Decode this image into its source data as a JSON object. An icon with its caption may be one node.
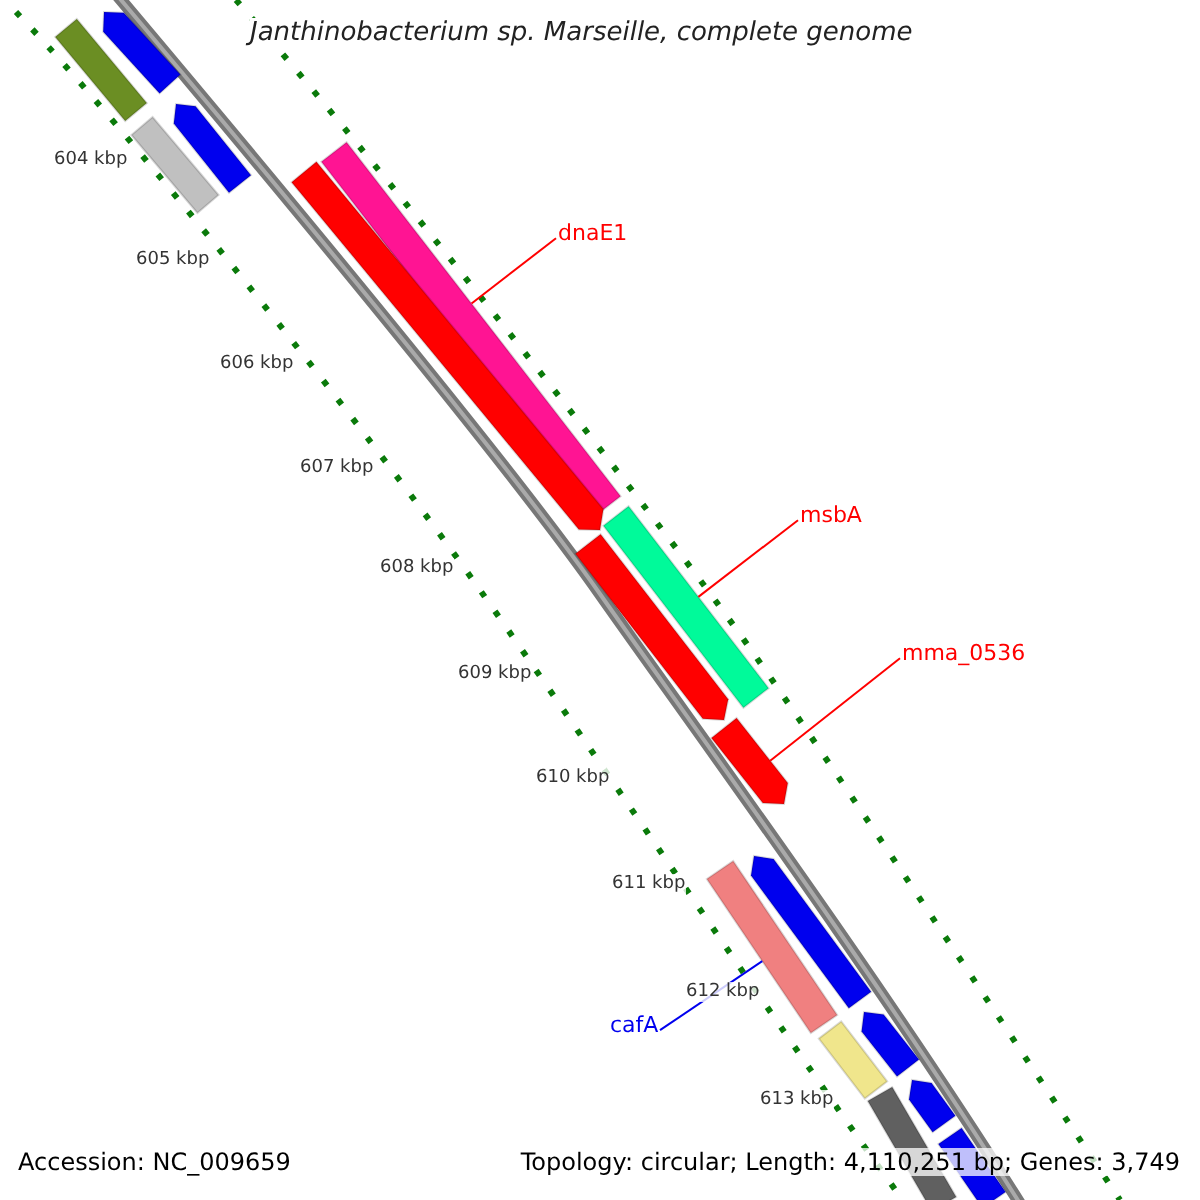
{
  "diagram": {
    "title": "Janthinobacterium sp. Marseille, complete genome",
    "nodes": [
      {
        "text": [
          "dnaE1"
        ]
      },
      {
        "text": [
          "msbA"
        ]
      },
      {
        "text": [
          "mma_0536"
        ]
      },
      {
        "text": [
          "cafA"
        ]
      },
      {
        "text": [],
        "shape": "bar"
      },
      {
        "text": [],
        "shape": "bar"
      },
      {
        "text": [],
        "shape": "bar"
      },
      {
        "text": [],
        "shape": "bar"
      },
      {
        "text": [],
        "shape": "bar"
      },
      {
        "text": [],
        "shape": "bar"
      },
      {
        "text": [],
        "shape": "bar"
      },
      {
        "text": [],
        "shape": "bar"
      },
      {
        "text": [],
        "shape": "bar"
      },
      {
        "text": [],
        "shape": "bar"
      },
      {
        "text": [],
        "shape": "bar"
      },
      {
        "text": [],
        "shape": "bar"
      },
      {
        "text": [],
        "shape": "bar"
      },
      {
        "text": [],
        "shape": "bar"
      },
      {
        "text": [],
        "shape": "bar"
      },
      {
        "text": [],
        "shape": "bar"
      }
    ],
    "edges": [
      {
        "from": 0,
        "to": 4,
        "arrow": "none"
      },
      {
        "from": 1,
        "to": 5,
        "arrow": "none"
      },
      {
        "from": 2,
        "to": 6,
        "arrow": "none"
      },
      {
        "from": 3,
        "to": 7,
        "arrow": "none",
        "color": "#0000ee"
      }
    ],
    "labels": [
      "604 kbp",
      "605 kbp",
      "606 kbp",
      "607 kbp",
      "608 kbp",
      "609 kbp",
      "610 kbp",
      "611 kbp",
      "612 kbp",
      "613 kbp",
      "Accession: NC_009659",
      "Topology: circular; Length: 4,110,251 bp; Genes: 3,749"
    ]
  }
}
